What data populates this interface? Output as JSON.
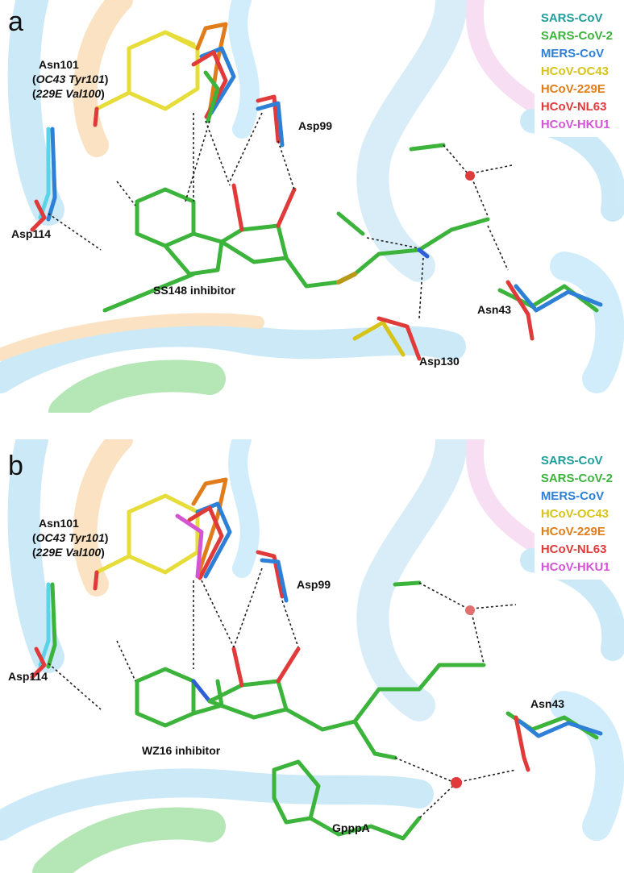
{
  "panel_a": {
    "letter": "a",
    "legend": [
      {
        "name": "SARS-CoV",
        "color": "#1f9e9a"
      },
      {
        "name": "SARS-CoV-2",
        "color": "#3cb43c"
      },
      {
        "name": "MERS-CoV",
        "color": "#2e7fd6"
      },
      {
        "name": "HCoV-OC43",
        "color": "#d6c41a"
      },
      {
        "name": "HCoV-229E",
        "color": "#e07d1a"
      },
      {
        "name": "HCoV-NL63",
        "color": "#e03a3a"
      },
      {
        "name": "HCoV-HKU1",
        "color": "#d455d4"
      }
    ],
    "labels": {
      "asn101": "Asn101",
      "oc43_open": "(",
      "oc43": "OC43 Tyr101",
      "oc43_close": ")",
      "e229_open": "(",
      "e229": "229E Val100",
      "e229_close": ")",
      "asp99": "Asp99",
      "asp114": "Asp114",
      "inhibitor": "SS148 inhibitor",
      "asn43": "Asn43",
      "asp130": "Asp130"
    }
  },
  "panel_b": {
    "letter": "b",
    "legend": [
      {
        "name": "SARS-CoV",
        "color": "#1f9e9a"
      },
      {
        "name": "SARS-CoV-2",
        "color": "#3cb43c"
      },
      {
        "name": "MERS-CoV",
        "color": "#2e7fd6"
      },
      {
        "name": "HCoV-OC43",
        "color": "#d6c41a"
      },
      {
        "name": "HCoV-229E",
        "color": "#e07d1a"
      },
      {
        "name": "HCoV-NL63",
        "color": "#e03a3a"
      },
      {
        "name": "HCoV-HKU1",
        "color": "#d455d4"
      }
    ],
    "labels": {
      "asn101": "Asn101",
      "oc43_open": "(",
      "oc43": "OC43 Tyr101",
      "oc43_close": ")",
      "e229_open": "(",
      "e229": "229E Val100",
      "e229_close": ")",
      "asp99": "Asp99",
      "asp114": "Asp114",
      "inhibitor": "WZ16 inhibitor",
      "asn43": "Asn43",
      "gpppa": "GpppA"
    }
  }
}
